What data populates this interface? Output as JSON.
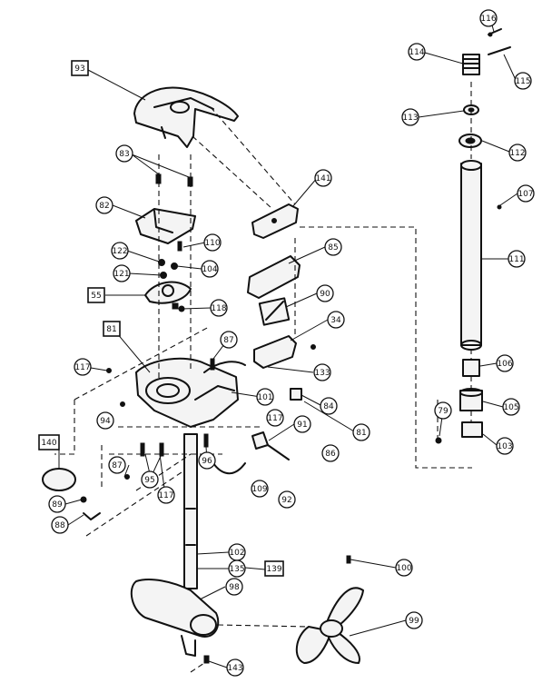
{
  "labels": {
    "l93": "93",
    "l83": "83",
    "l82": "82",
    "l141": "141",
    "l110": "110",
    "l122": "122",
    "l104": "104",
    "l121": "121",
    "l55": "55",
    "l118": "118",
    "l85": "85",
    "l90": "90",
    "l34": "34",
    "l133": "133",
    "l87a": "87",
    "l81a": "81",
    "l117a": "117",
    "l101": "101",
    "l84": "84",
    "l81b": "81",
    "l117b": "117",
    "l94": "94",
    "l91": "91",
    "l86": "86",
    "l140": "140",
    "l96": "96",
    "l87b": "87",
    "l95": "95",
    "l117c": "117",
    "l109": "109",
    "l92": "92",
    "l89": "89",
    "l88": "88",
    "l102": "102",
    "l135": "135",
    "l139": "139",
    "l98": "98",
    "l100": "100",
    "l99": "99",
    "l143": "143",
    "l116": "116",
    "l114": "114",
    "l115": "115",
    "l113": "113",
    "l112": "112",
    "l107": "107",
    "l111": "111",
    "l106": "106",
    "l79": "79",
    "l105": "105",
    "l103": "103"
  }
}
